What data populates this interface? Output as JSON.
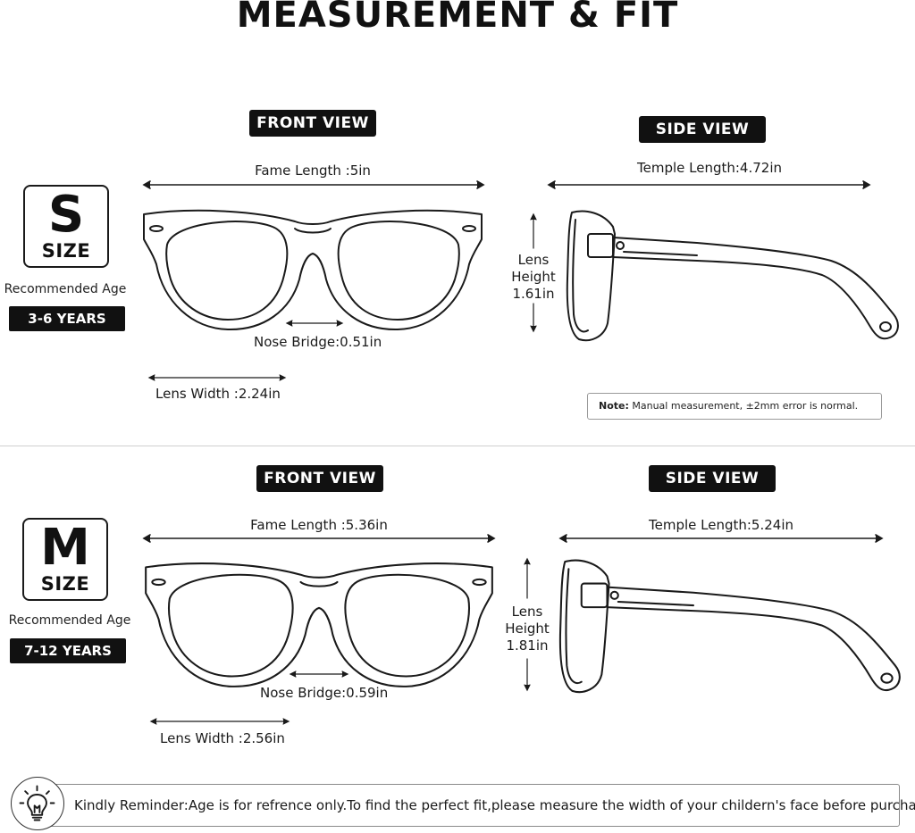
{
  "title": "MEASUREMENT & FIT",
  "sizes": [
    {
      "letter": "S",
      "word": "SIZE",
      "recommended_age_label": "Recommended Age",
      "age_range": "3-6 YEARS",
      "front_view_label": "FRONT VIEW",
      "side_view_label": "SIDE VIEW",
      "frame_length": "Fame Length :5in",
      "nose_bridge": "Nose Bridge:0.51in",
      "lens_width": "Lens Width :2.24in",
      "temple_length": "Temple Length:4.72in",
      "lens_height_line1": "Lens",
      "lens_height_line2": "Height",
      "lens_height_value": "1.61in"
    },
    {
      "letter": "M",
      "word": "SIZE",
      "recommended_age_label": "Recommended Age",
      "age_range": "7-12 YEARS",
      "front_view_label": "FRONT VIEW",
      "side_view_label": "SIDE VIEW",
      "frame_length": "Fame Length :5.36in",
      "nose_bridge": "Nose Bridge:0.59in",
      "lens_width": "Lens Width :2.56in",
      "temple_length": "Temple Length:5.24in",
      "lens_height_line1": "Lens",
      "lens_height_line2": "Height",
      "lens_height_value": "1.81in"
    }
  ],
  "note": {
    "label": "Note:",
    "text": " Manual measurement, ±2mm error is normal."
  },
  "reminder": "Kindly Reminder:Age is for refrence only.To find the perfect fit,please measure the width of your childern's face before purchasing.",
  "icons": [
    "lightbulb-icon",
    "glasses-front-icon",
    "glasses-side-icon"
  ]
}
